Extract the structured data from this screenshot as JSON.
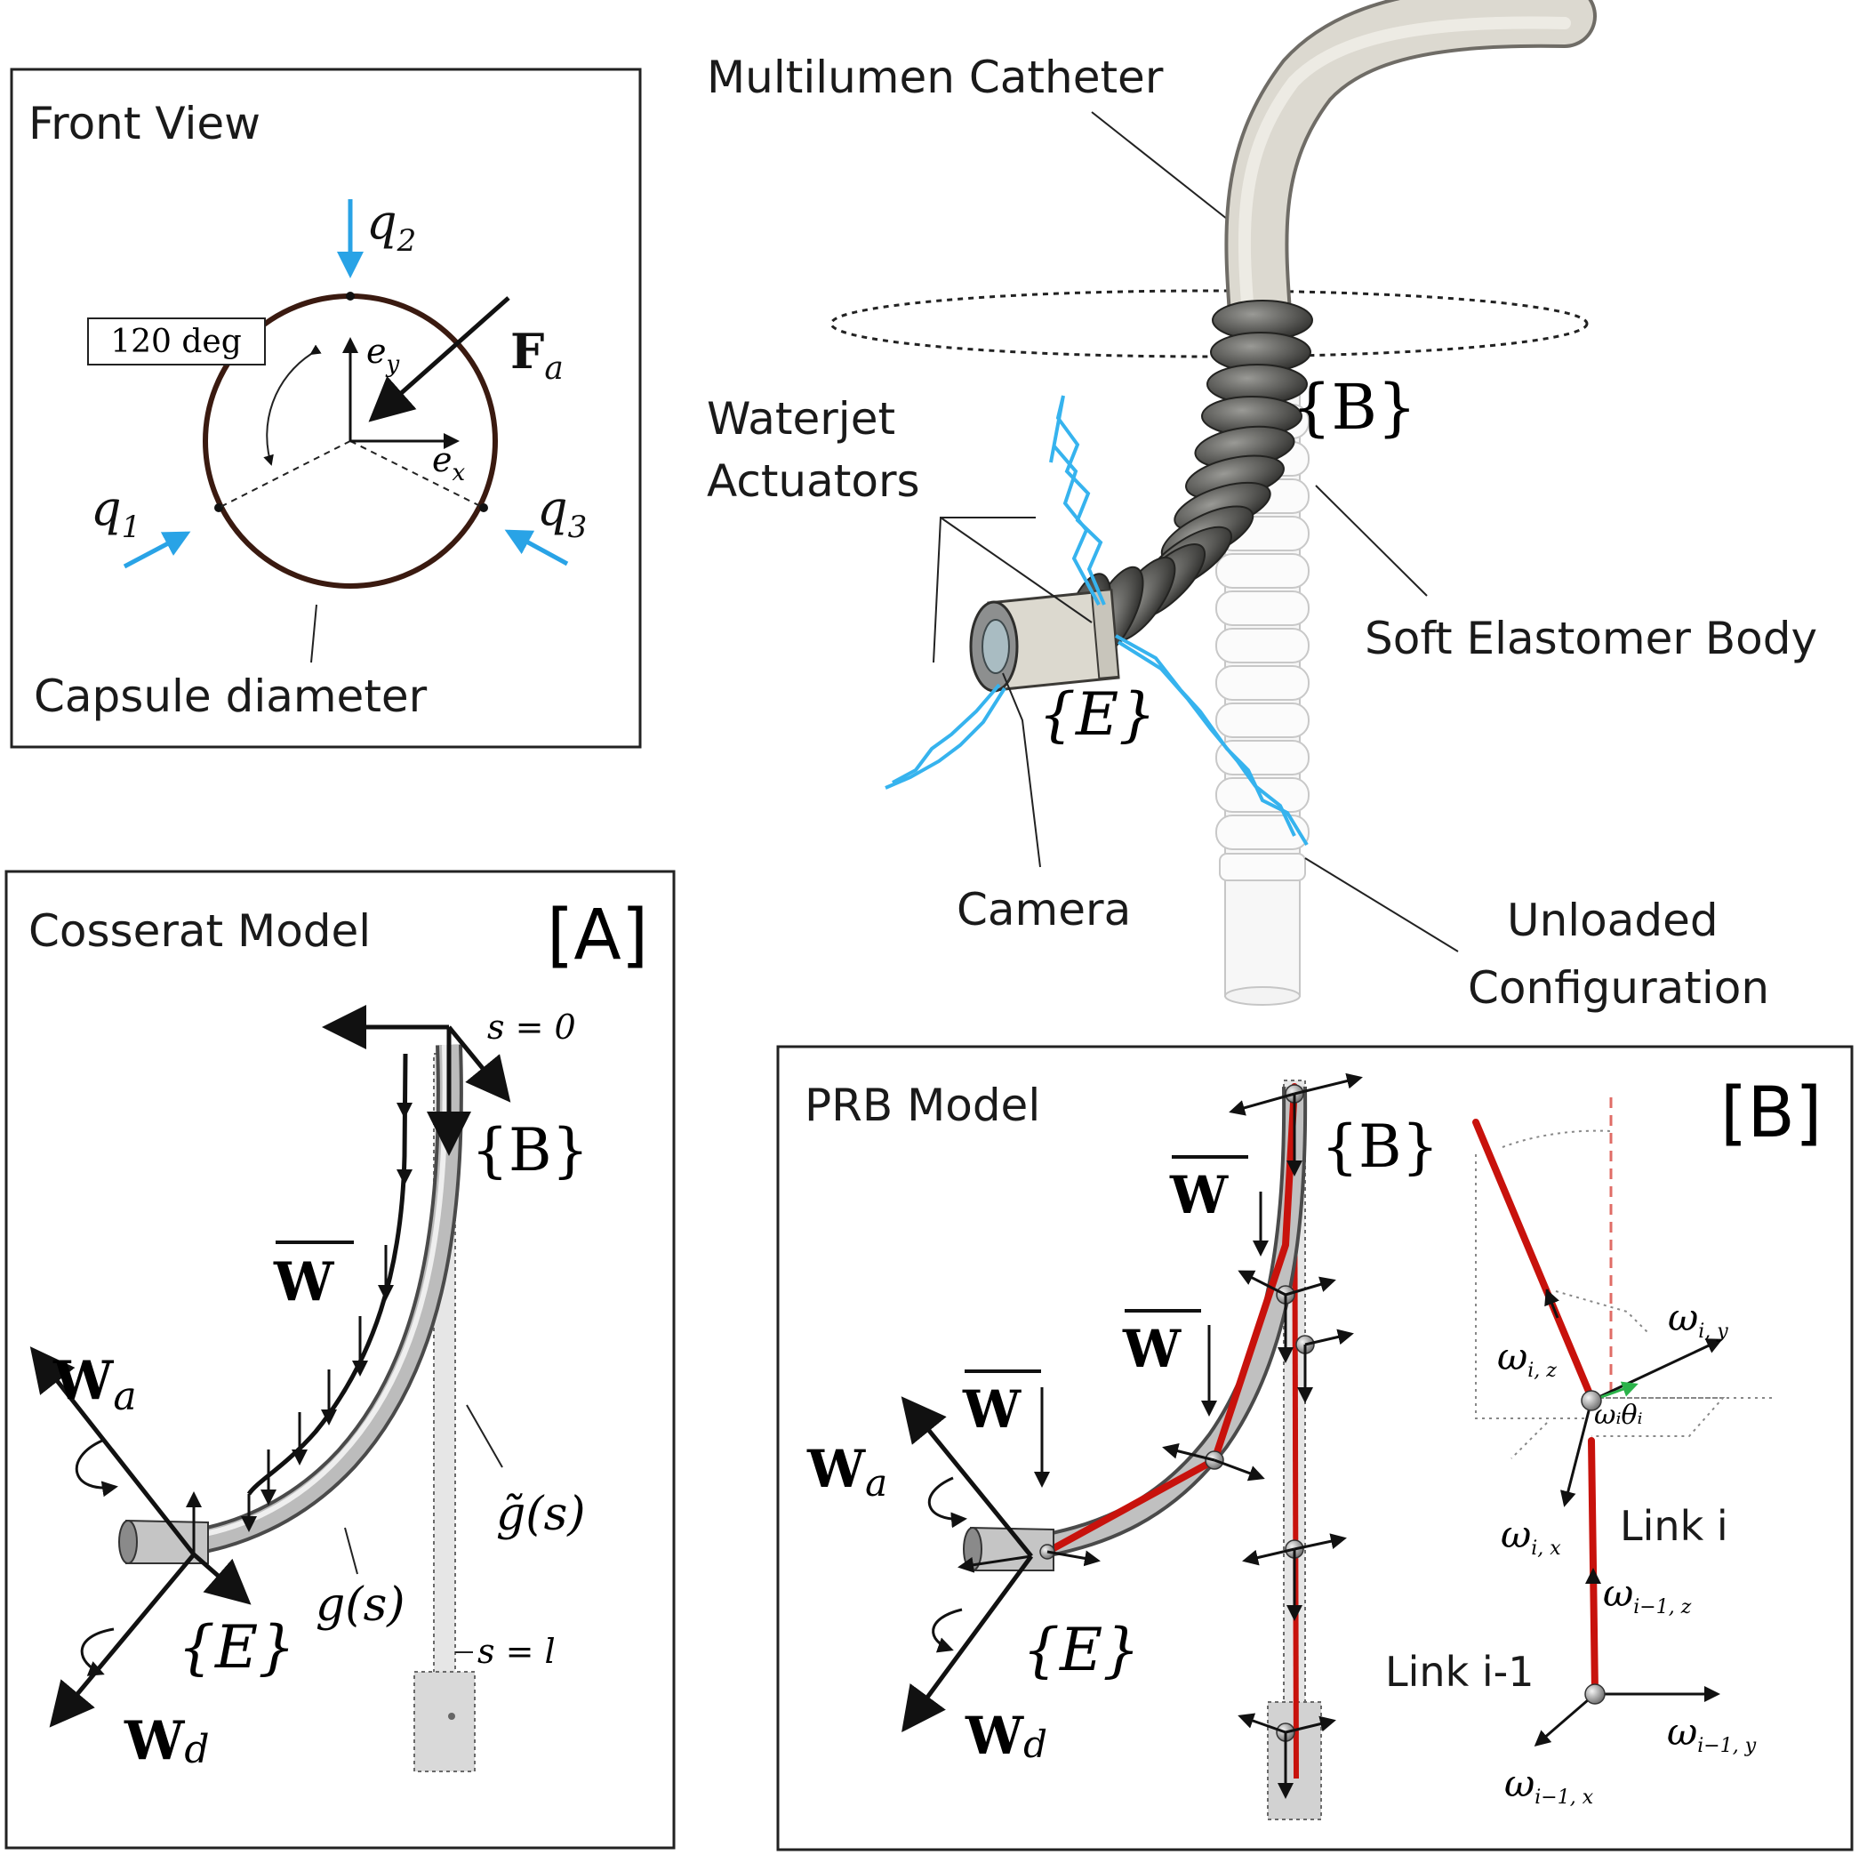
{
  "front_view": {
    "title": "Front View",
    "angle_label": "120 deg",
    "q1": "q",
    "q1_sub": "1",
    "q2": "q",
    "q2_sub": "2",
    "q3": "q",
    "q3_sub": "3",
    "force": "F",
    "force_sub": "a",
    "ex": "e",
    "ex_sub": "x",
    "ey": "e",
    "ey_sub": "y",
    "capsule_label": "Capsule diameter"
  },
  "illustration": {
    "catheter_label": "Multilumen Catheter",
    "waterjet_label_1": "Waterjet",
    "waterjet_label_2": "Actuators",
    "elastomer_label": "Soft Elastomer Body",
    "camera_label": "Camera",
    "unloaded_label_1": "Unloaded",
    "unloaded_label_2": "Configuration",
    "frame_b": "{B}",
    "frame_e": "{E}"
  },
  "cosserat": {
    "title": "Cosserat Model",
    "tag": "[A]",
    "s0": "s = 0",
    "sl": "s = l",
    "frame_b": "{B}",
    "frame_e": "{E}",
    "w_bar": "W",
    "wa": "W",
    "wa_sub": "a",
    "wd": "W",
    "wd_sub": "d",
    "g": "g(s)",
    "g_tilde": "g̃(s)"
  },
  "prb": {
    "title": "PRB Model",
    "tag": "[B]",
    "frame_b": "{B}",
    "frame_e": "{E}",
    "w_bar": "W",
    "wa": "W",
    "wa_sub": "a",
    "wd": "W",
    "wd_sub": "d",
    "omega_iz": "ω",
    "omega_iz_sub": "i, z",
    "omega_iy": "ω",
    "omega_iy_sub": "i, y",
    "omega_ix": "ω",
    "omega_ix_sub": "i, x",
    "omega_theta": "ωᵢθᵢ",
    "link_i": "Link i",
    "link_i1": "Link i-1",
    "omega_i1z": "ω",
    "omega_i1z_sub": "i−1, z",
    "omega_i1y": "ω",
    "omega_i1y_sub": "i−1, y",
    "omega_i1x": "ω",
    "omega_i1x_sub": "i−1, x"
  },
  "colors": {
    "waterjet": "#29a3e6",
    "prb_links": "#c8120c",
    "ring": "#3a1a10",
    "catheter": "#d9d6cc",
    "elastomer": "#5a5a58"
  }
}
